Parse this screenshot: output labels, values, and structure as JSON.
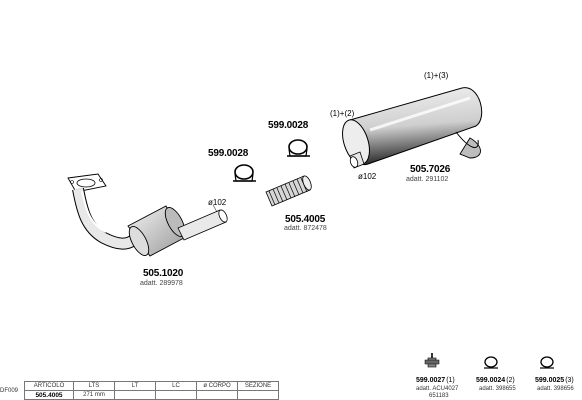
{
  "catalog_code": "DF009",
  "parts": {
    "manifold_pipe": {
      "code": "505.1020",
      "adatt": "adatt. 289978"
    },
    "clamp_left": {
      "code": "599.0028"
    },
    "clamp_right": {
      "code": "599.0028"
    },
    "flex_pipe": {
      "code": "505.4005",
      "adatt": "adatt. 872478"
    },
    "silencer": {
      "code": "505.7026",
      "adatt": "adatt. 291102"
    }
  },
  "dimensions": {
    "d102_left": "ø102",
    "d102_right": "ø102"
  },
  "notes": {
    "n12": "(1)+(2)",
    "n13": "(1)+(3)"
  },
  "accessories": [
    {
      "code": "599.0027",
      "ref": "(1)",
      "adatt": "adatt. ACU4027",
      "adatt2": "651183"
    },
    {
      "code": "599.0024",
      "ref": "(2)",
      "adatt": "adatt. 398655"
    },
    {
      "code": "599.0025",
      "ref": "(3)",
      "adatt": "adatt. 398656"
    }
  ],
  "table": {
    "headers": [
      "ARTICOLO",
      "LTS",
      "LT",
      "LC",
      "ø CORPO",
      "SEZIONE"
    ],
    "row": [
      "505.4005",
      "271 mm",
      "",
      "",
      "",
      ""
    ]
  }
}
